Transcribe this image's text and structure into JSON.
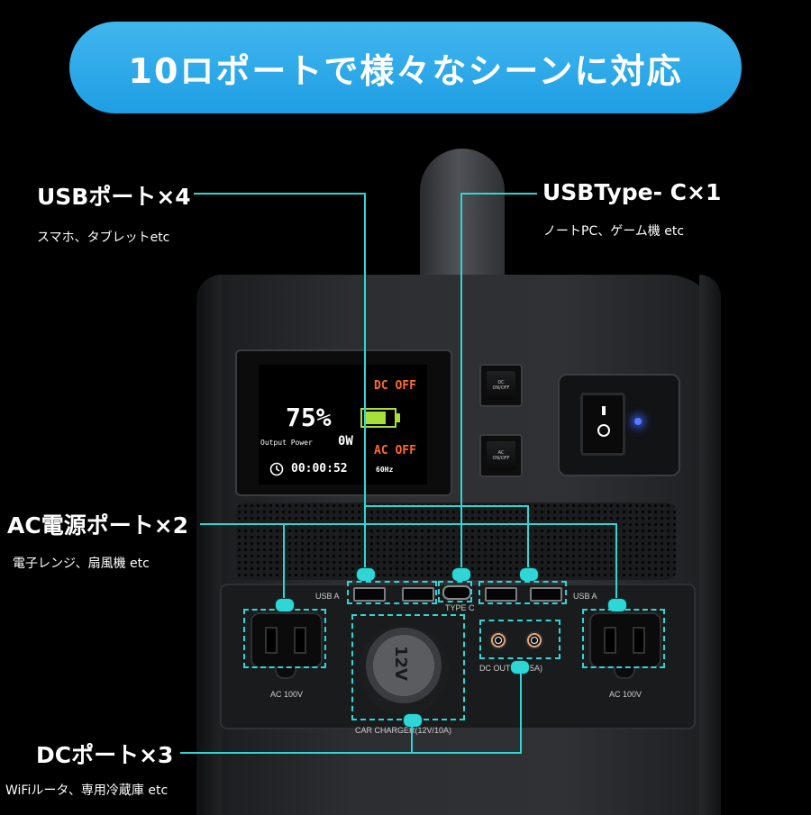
{
  "banner": {
    "text": "10ロポートで様々なシーンに対応",
    "color": "#2aa7e8"
  },
  "callouts": {
    "usb_a": {
      "title": "USBポート×4",
      "sub": "スマホ、タブレットetc"
    },
    "usb_c": {
      "title": "USBType- C×1",
      "sub": "ノートPC、ゲーム機 etc"
    },
    "ac": {
      "title": "AC電源ポート×2",
      "sub": "電子レンジ、扇風機 etc"
    },
    "dc": {
      "title": "DCポート×3",
      "sub": "WiFiルータ、専用冷蔵庫 etc"
    }
  },
  "display": {
    "dc_status": "DC OFF",
    "ac_status": "AC OFF",
    "battery_percent": "75%",
    "battery_level": 0.75,
    "output_label": "Output Power",
    "output_watts": "0W",
    "timer": "00:00:52",
    "frequency": "60Hz"
  },
  "buttons": {
    "dc": "DC\nON/OFF",
    "ac": "AC\nON/OFF"
  },
  "panel_labels": {
    "usb_a_left": "USB A",
    "usb_a_right": "USB A",
    "type_c": "TYPE C",
    "ac_left": "AC 100V",
    "ac_right": "AC 100V",
    "dc_out": "DC OUT(12V/5A)",
    "car_charger": "CAR CHARGER(12V/10A)",
    "car_cap": "12V"
  },
  "colors": {
    "accent_cyan": "#2fd6d6",
    "lcd_orange": "#ff6a2a",
    "lcd_green": "#a8e03a",
    "led_blue": "#5b7bff"
  }
}
